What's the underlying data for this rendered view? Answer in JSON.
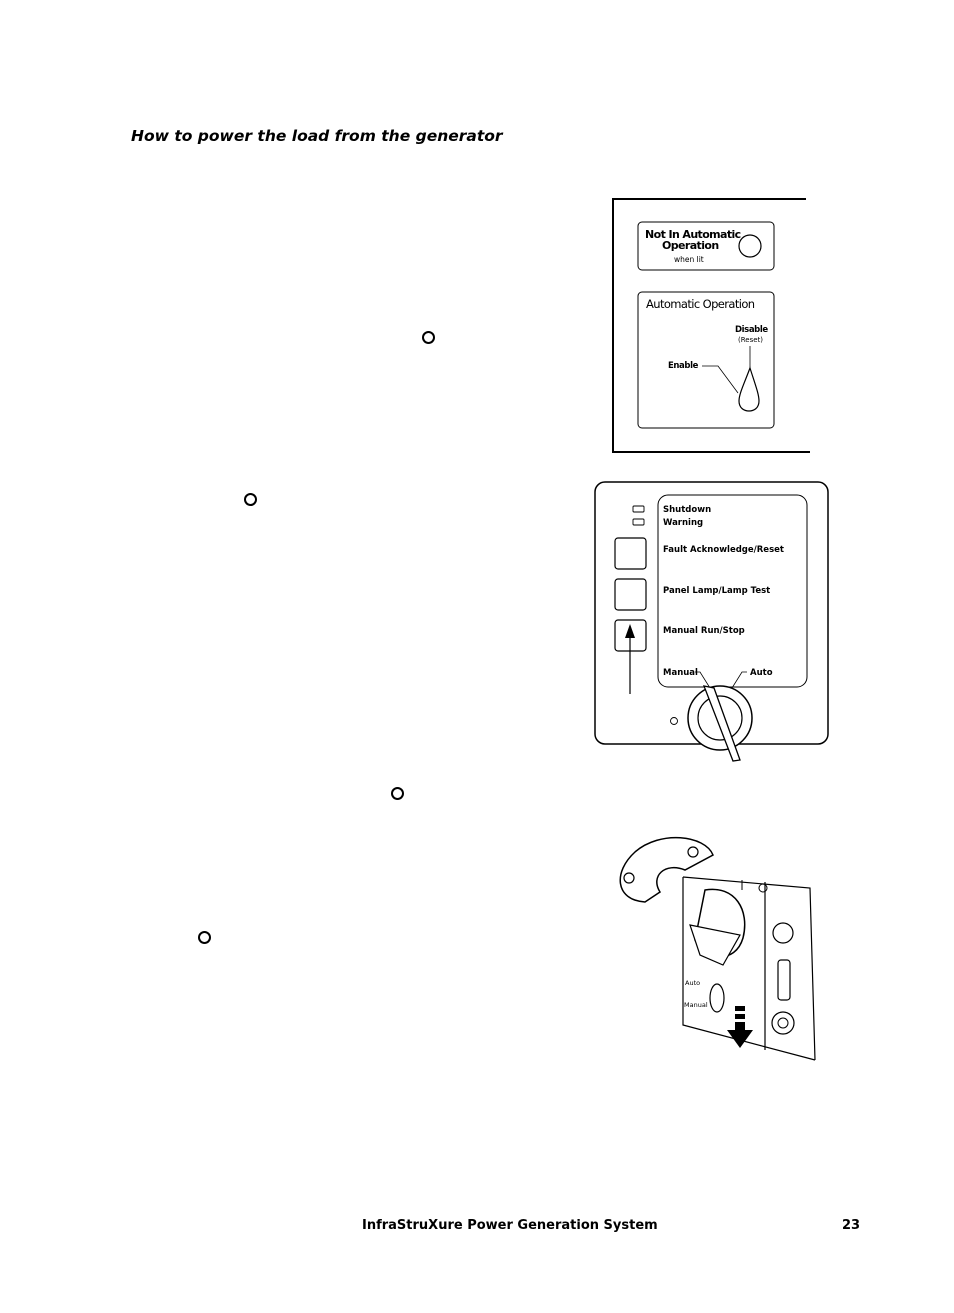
{
  "heading": "How to power the load from the generator",
  "figure1": {
    "not_auto_line1": "Not In Automatic",
    "not_auto_line2": "Operation",
    "not_auto_sub": "when lit",
    "auto_op_title": "Automatic Operation",
    "disable_label": "Disable",
    "reset_label": "(Reset)",
    "enable_label": "Enable"
  },
  "figure2": {
    "shutdown_label": "Shutdown",
    "warning_label": "Warning",
    "fault_label": "Fault Acknowledge/Reset",
    "lamp_label": "Panel Lamp/Lamp Test",
    "run_label": "Manual Run/Stop",
    "manual_label": "Manual",
    "auto_label": "Auto"
  },
  "figure3": {
    "auto_label": "Auto",
    "manual_label": "Manual"
  },
  "footer": {
    "title": "InfraStruXure Power Generation System",
    "page_number": "23"
  }
}
